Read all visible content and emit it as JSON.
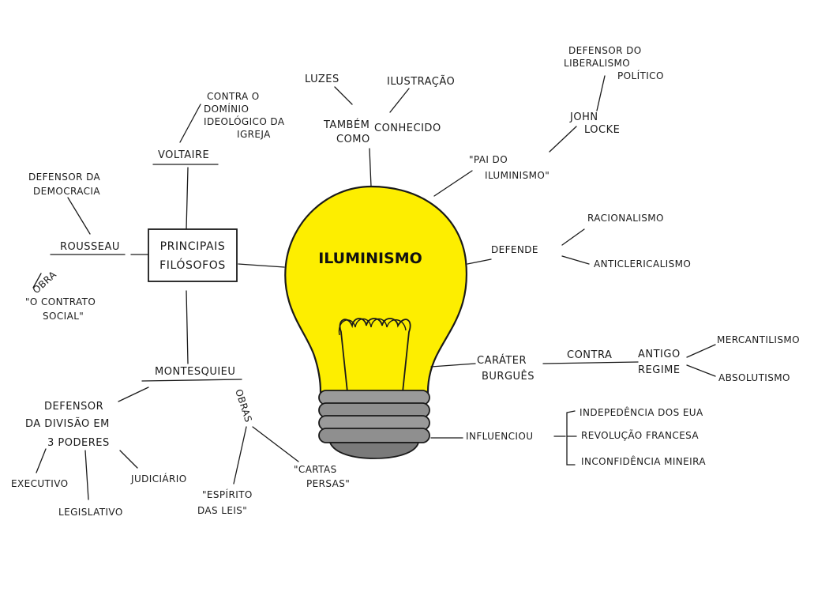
{
  "center": "ILUMINISMO",
  "also_known": {
    "title_line1": "TAMBÉM",
    "title_line1b": "CONHECIDO",
    "title_line2": "COMO",
    "luzes": "LUZES",
    "ilustracao": "ILUSTRAÇÃO"
  },
  "locke": {
    "defensor_line1": "DEFENSOR DO",
    "defensor_line2": "LIBERALISMO",
    "defensor_line3": "POLÍTICO",
    "name_line1": "JOHN",
    "name_line2": "LOCKE",
    "pai_line1": "\"PAI DO",
    "pai_line2": "ILUMINISMO\""
  },
  "defende": {
    "label": "DEFENDE",
    "item1": "RACIONALISMO",
    "item2": "ANTICLERICALISMO"
  },
  "burgues": {
    "line1": "CARÁTER",
    "line2": "BURGUÊS",
    "contra": "CONTRA",
    "antigo_line1": "ANTIGO",
    "antigo_line2": "REGIME",
    "item1": "MERCANTILISMO",
    "item2": "ABSOLUTISMO"
  },
  "influenciou": {
    "label": "INFLUENCIOU",
    "item1": "INDEPEDÊNCIA DOS EUA",
    "item2": "REVOLUÇÃO FRANCESA",
    "item3": "INCONFIDÊNCIA MINEIRA"
  },
  "filosofos": {
    "line1": "PRINCIPAIS",
    "line2": "FILÓSOFOS"
  },
  "voltaire": {
    "name": "VOLTAIRE",
    "desc_line1": "CONTRA O",
    "desc_line2": "DOMÍNIO",
    "desc_line3": "IDEOLÓGICO DA",
    "desc_line4": "IGREJA"
  },
  "rousseau": {
    "name": "ROUSSEAU",
    "desc_line1": "DEFENSOR DA",
    "desc_line2": "DEMOCRACIA",
    "obra": "OBRA",
    "work_line1": "\"O CONTRATO",
    "work_line2": "SOCIAL\""
  },
  "montesquieu": {
    "name": "MONTESQUIEU",
    "desc_line1": "DEFENSOR",
    "desc_line2": "DA DIVISÃO EM",
    "desc_line3": "3 PODERES",
    "executivo": "EXECUTIVO",
    "legislativo": "LEGISLATIVO",
    "judiciario": "JUDICIÁRIO",
    "obras": "OBRAS",
    "espirito_line1": "\"ESPÍRITO",
    "espirito_line2": "DAS LEIS\"",
    "cartas_line1": "\"CARTAS",
    "cartas_line2": "PERSAS\""
  },
  "colors": {
    "bulb": "#fdee00",
    "bulb_outline": "#1a1a1a",
    "base": "#9a9a9a",
    "base_dark": "#7a7a7a",
    "ink": "#1a1a1a"
  }
}
